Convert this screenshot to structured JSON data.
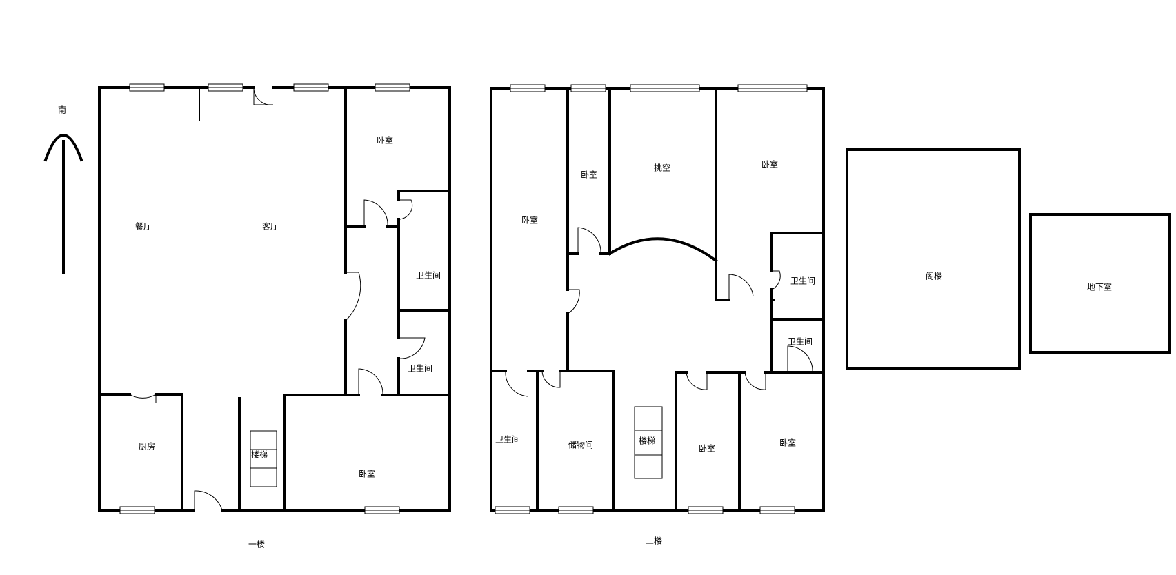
{
  "compass": {
    "label": "南"
  },
  "floors": [
    {
      "id": "f1",
      "label": "一楼"
    },
    {
      "id": "f2",
      "label": "二楼"
    }
  ],
  "rooms": {
    "f1_dining": "餐厅",
    "f1_living": "客厅",
    "f1_bed_ne": "卧室",
    "f1_bath1": "卫生间",
    "f1_bath2": "卫生间",
    "f1_kitchen": "厨房",
    "f1_stair": "楼梯",
    "f1_bed_s": "卧室",
    "f2_bed_a": "卧室",
    "f2_bed_b": "卧室",
    "f2_void": "挑空",
    "f2_bed_c": "卧室",
    "f2_bath_a": "卫生间",
    "f2_bath_b": "卫生间",
    "f2_bath_c": "卫生间",
    "f2_storage": "储物间",
    "f2_stair": "楼梯",
    "f2_bed_d": "卧室",
    "f2_bed_e": "卧室",
    "attic": "阁楼",
    "basement": "地下室"
  }
}
